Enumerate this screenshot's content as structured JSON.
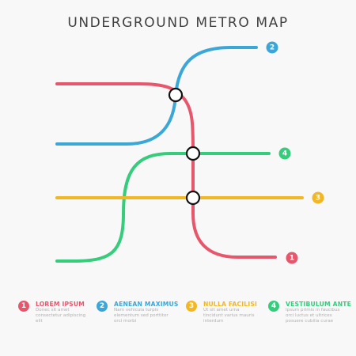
{
  "title": "UNDERGROUND METRO MAP",
  "colors": {
    "line1": "#e8566c",
    "line2": "#3aa7d8",
    "line3": "#f2b722",
    "line4": "#35cc7b",
    "station_stroke": "#111111",
    "background": "#f8f8f8"
  },
  "map": {
    "lines": [
      {
        "number": "1",
        "color": "#e8566c"
      },
      {
        "number": "2",
        "color": "#3aa7d8"
      },
      {
        "number": "3",
        "color": "#f2b722"
      },
      {
        "number": "4",
        "color": "#35cc7b"
      }
    ]
  },
  "legend": [
    {
      "number": "1",
      "title": "LOREM IPSUM",
      "description": "Donec sit amet consectetur adipiscing elit",
      "color": "#e8566c"
    },
    {
      "number": "2",
      "title": "AENEAN MAXIMUS",
      "description": "Nam vehicula turpis elementum sed porttitor orci morbi",
      "color": "#3aa7d8"
    },
    {
      "number": "3",
      "title": "NULLA FACILISI",
      "description": "Ut sit amet urna tincidunt varius mauris interdum",
      "color": "#f2b722"
    },
    {
      "number": "4",
      "title": "VESTIBULUM ANTE",
      "description": "Ipsum primis in faucibus orci luctus et ultrices posuere cubilia curae",
      "color": "#35cc7b"
    }
  ]
}
